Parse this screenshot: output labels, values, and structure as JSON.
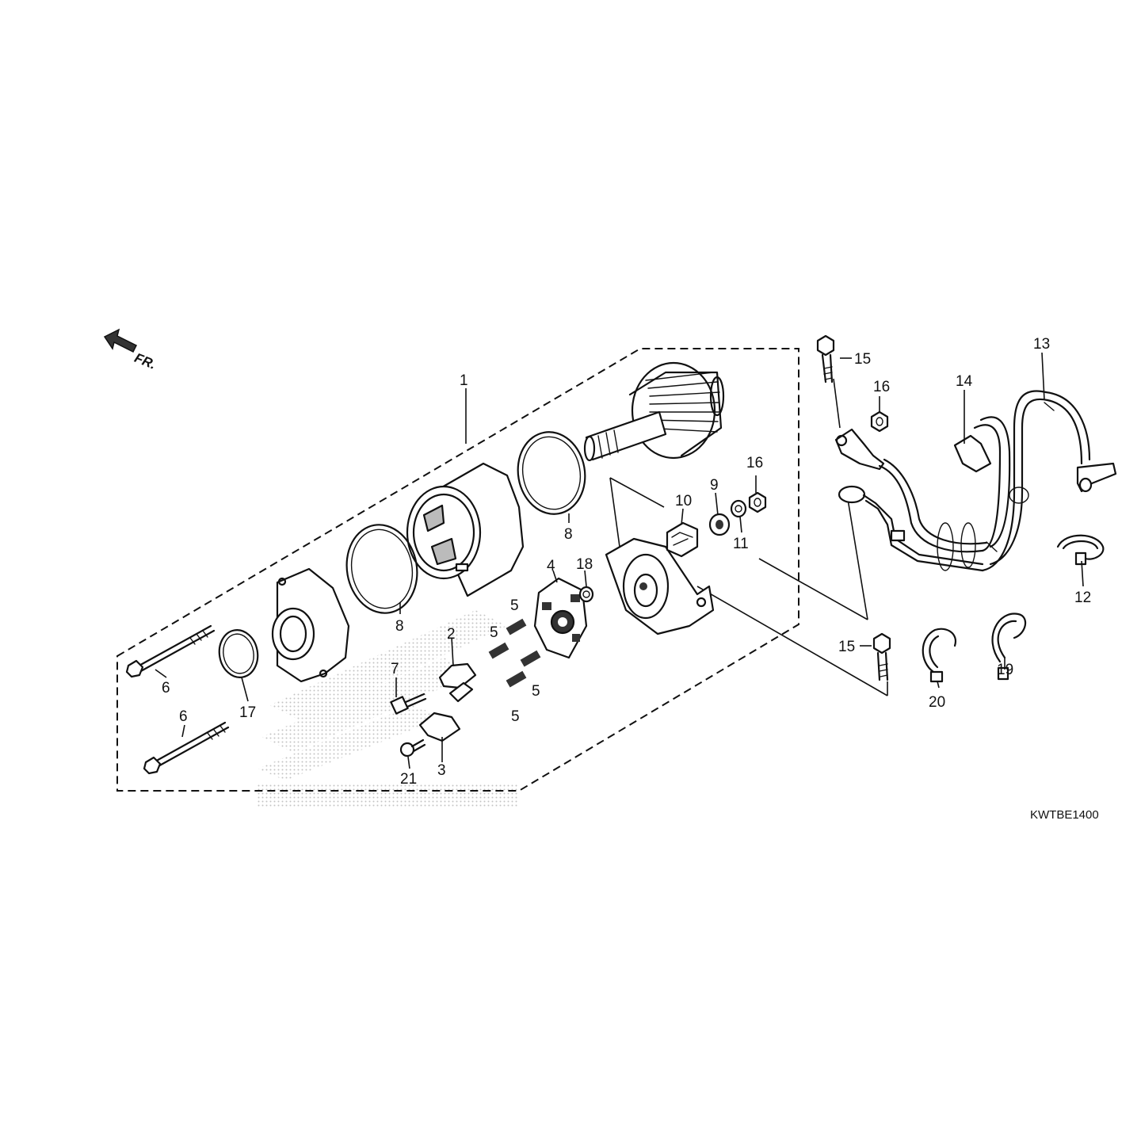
{
  "diagram": {
    "code": "KWTBE1400",
    "front_marker": "FR.",
    "callouts": [
      "1",
      "2",
      "3",
      "4",
      "5",
      "5",
      "5",
      "5",
      "6",
      "6",
      "7",
      "8",
      "8",
      "9",
      "10",
      "11",
      "12",
      "13",
      "14",
      "15",
      "15",
      "16",
      "16",
      "17",
      "18",
      "19",
      "20",
      "21"
    ]
  },
  "colors": {
    "line": "#111111",
    "background": "#ffffff",
    "watermark": "#bdbdbd"
  }
}
